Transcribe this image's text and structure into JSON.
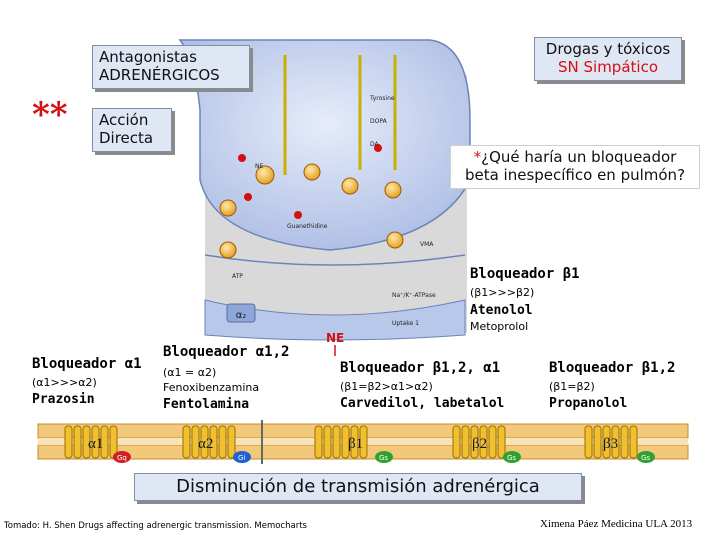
{
  "header": {
    "antagonists_box": [
      "Antagonistas",
      "ADRENÉRGICOS"
    ],
    "drugs_box": [
      "Drogas y tóxicos",
      "SN Simpático"
    ]
  },
  "direct_action": {
    "marker": "**",
    "label": [
      "Acción",
      "Directa"
    ]
  },
  "question": {
    "asterisk": "*",
    "line1": "¿Qué haría un bloqueador",
    "line2": "beta inespecífico en pulmón?"
  },
  "synapse_labels": {
    "tyrosine": "Tyrosine",
    "dopa": "DOPA",
    "da": "DA",
    "ne": "NE",
    "guanethidine": "Guanethidine",
    "vma": "VMA",
    "atp": "ATP",
    "alpha2": "α₂",
    "uptake": "Uptake 1",
    "na_k": "Na⁺/K⁺-ATPase",
    "nt_ne": "NE"
  },
  "blockers": {
    "beta1": {
      "title": "Bloqueador β1",
      "ratio": "(β1>>>β2)",
      "drug": "Atenolol",
      "drug2": "Metoprolol"
    },
    "alpha1": {
      "title": "Bloqueador α1",
      "ratio": "(α1>>>α2)",
      "drug": "Prazosin"
    },
    "alpha12": {
      "title": "Bloqueador α1,2",
      "ratio": "(α1 = α2)",
      "drug_sub": "Fenoxibenzamina",
      "drug": "Fentolamina"
    },
    "beta12_alpha1": {
      "title": "Bloqueador β1,2, α1",
      "ratio": "(β1=β2>α1>α2)",
      "drug": "Carvedilol, labetalol"
    },
    "beta12": {
      "title": "Bloqueador β1,2",
      "ratio": "(β1=β2)",
      "drug": "Propanolol"
    }
  },
  "receptors": [
    {
      "label": "α1",
      "g": "Gq"
    },
    {
      "label": "α2",
      "g": "Gi"
    },
    {
      "label": "β1",
      "g": "Gs"
    },
    {
      "label": "β2",
      "g": "Gs"
    },
    {
      "label": "β3",
      "g": "Gs"
    }
  ],
  "conclusion": "Disminución de transmisión adrenérgica",
  "footer": {
    "source": "Tomado: H. Shen Drugs affecting adrenergic transmission. Memocharts",
    "credit": "Ximena Páez Medicina ULA 2013"
  },
  "colors": {
    "red": "#d41010",
    "synapse_blue": "#c9d6f0",
    "box_fill": "#dfe7f4",
    "receptor_fill": "#f0c030",
    "gq": "#d02020",
    "gi": "#2060d0",
    "gs": "#30a030"
  }
}
